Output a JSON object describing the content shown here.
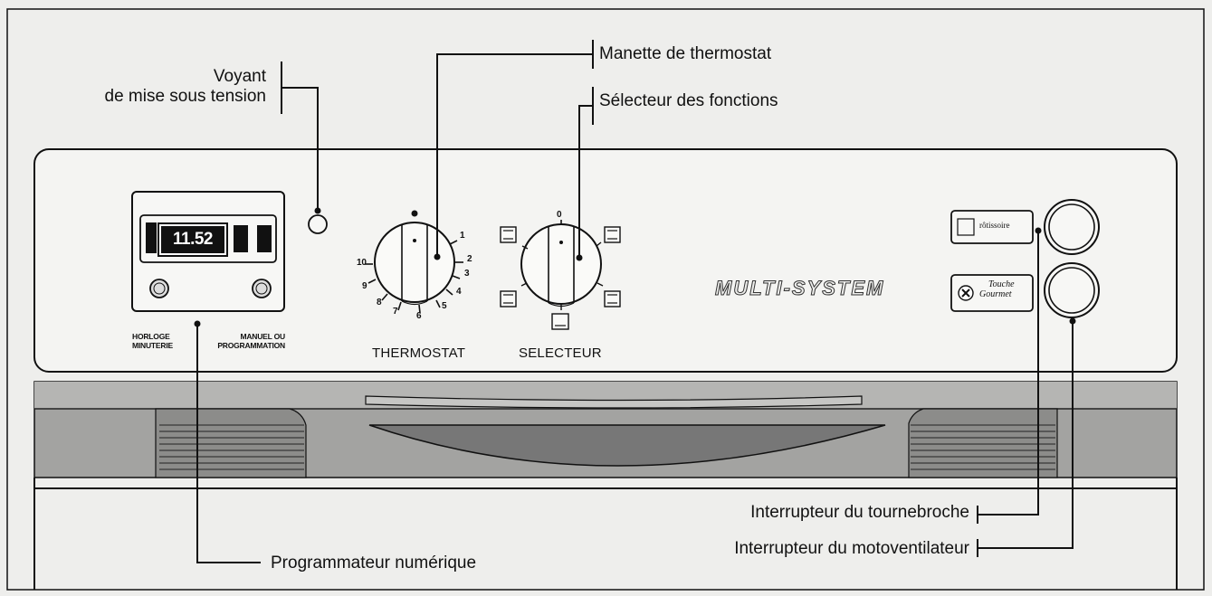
{
  "callouts": {
    "voyant": [
      "Voyant",
      "de mise sous tension"
    ],
    "manette": "Manette de thermostat",
    "selecteur": "Sélecteur des fonctions",
    "programmateur": "Programmateur numérique",
    "tournebroche": "Interrupteur du tournebroche",
    "motoventilateur": "Interrupteur du motoventilateur"
  },
  "panel": {
    "clock_time": "11.52",
    "horloge": [
      "HORLOGE",
      "MINUTERIE"
    ],
    "manuel": [
      "MANUEL OU",
      "PROGRAMMATION"
    ],
    "thermostat_label": "THERMOSTAT",
    "selecteur_label": "SELECTEUR",
    "thermostat_scale": [
      "1",
      "2",
      "3",
      "4",
      "5",
      "6",
      "7",
      "8",
      "9",
      "10"
    ],
    "selector_zero": "0",
    "brand": "MULTI-SYSTEM",
    "button_rotissoire": "rôtissoire",
    "button_gourmet": [
      "Touche",
      "Gourmet"
    ]
  },
  "colors": {
    "line": "#111111",
    "panel": "#f4f4f2",
    "trim": "#9a9a98",
    "background": "#eeeeec"
  }
}
